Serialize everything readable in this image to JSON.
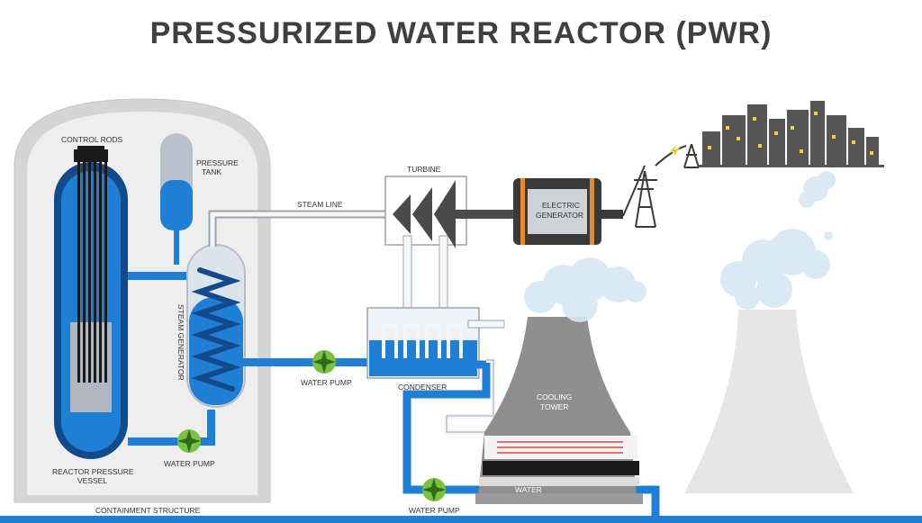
{
  "title": "PRESSURIZED WATER REACTOR (PWR)",
  "labels": {
    "control_rods": "CONTROL RODS",
    "pressure_tank_1": "PRESSURE",
    "pressure_tank_2": "TANK",
    "steam_line": "STEAM LINE",
    "turbine": "TURBINE",
    "generator_1": "ELECTRIC",
    "generator_2": "GENERATOR",
    "steam_generator": "STEAM GENERATOR",
    "water_pump_1": "WATER PUMP",
    "water_pump_2": "WATER PUMP",
    "water_pump_3": "WATER PUMP",
    "condenser": "CONDENSER",
    "cooling_tower_1": "COOLING",
    "cooling_tower_2": "TOWER",
    "reactor_vessel_1": "REACTOR  PRESSURE",
    "reactor_vessel_2": "VESSEL",
    "water": "WATER",
    "containment": "CONTAINMENT STRUCTURE"
  },
  "colors": {
    "primary_water": "#1f7fd4",
    "dark_water": "#124a8c",
    "containment": "#d5d5d5",
    "tower": "#8f8f8f",
    "turbine": "#4a4a4a",
    "generator": "#3a3a3a",
    "generator_accent": "#e98a2d",
    "pump": "#7cc242",
    "city": "#555555",
    "window": "#f4d03f"
  }
}
